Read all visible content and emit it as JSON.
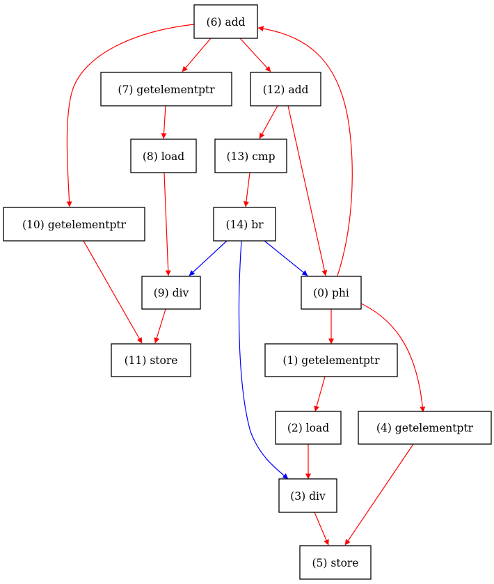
{
  "colors": {
    "data_edge": "#ff0000",
    "control_edge": "#0000ff",
    "node_border": "#000000"
  },
  "nodes": {
    "n0": {
      "label": "(0) phi"
    },
    "n1": {
      "label": "(1) getelementptr"
    },
    "n2": {
      "label": "(2) load"
    },
    "n3": {
      "label": "(3) div"
    },
    "n4": {
      "label": "(4) getelementptr"
    },
    "n5": {
      "label": "(5) store"
    },
    "n6": {
      "label": "(6) add"
    },
    "n7": {
      "label": "(7) getelementptr"
    },
    "n8": {
      "label": "(8) load"
    },
    "n9": {
      "label": "(9) div"
    },
    "n10": {
      "label": "(10) getelementptr"
    },
    "n11": {
      "label": "(11) store"
    },
    "n12": {
      "label": "(12) add"
    },
    "n13": {
      "label": "(13) cmp"
    },
    "n14": {
      "label": "(14) br"
    }
  },
  "edges": [
    {
      "from": "(6) add",
      "to": "(7) getelementptr",
      "kind": "data"
    },
    {
      "from": "(6) add",
      "to": "(12) add",
      "kind": "data"
    },
    {
      "from": "(6) add",
      "to": "(10) getelementptr",
      "kind": "data"
    },
    {
      "from": "(7) getelementptr",
      "to": "(8) load",
      "kind": "data"
    },
    {
      "from": "(8) load",
      "to": "(9) div",
      "kind": "data"
    },
    {
      "from": "(12) add",
      "to": "(13) cmp",
      "kind": "data"
    },
    {
      "from": "(12) add",
      "to": "(0) phi",
      "kind": "data"
    },
    {
      "from": "(13) cmp",
      "to": "(14) br",
      "kind": "data"
    },
    {
      "from": "(14) br",
      "to": "(9) div",
      "kind": "control"
    },
    {
      "from": "(14) br",
      "to": "(0) phi",
      "kind": "control"
    },
    {
      "from": "(14) br",
      "to": "(3) div",
      "kind": "control"
    },
    {
      "from": "(0) phi",
      "to": "(6) add",
      "kind": "data"
    },
    {
      "from": "(0) phi",
      "to": "(1) getelementptr",
      "kind": "data"
    },
    {
      "from": "(0) phi",
      "to": "(4) getelementptr",
      "kind": "data"
    },
    {
      "from": "(10) getelementptr",
      "to": "(11) store",
      "kind": "data"
    },
    {
      "from": "(9) div",
      "to": "(11) store",
      "kind": "data"
    },
    {
      "from": "(1) getelementptr",
      "to": "(2) load",
      "kind": "data"
    },
    {
      "from": "(2) load",
      "to": "(3) div",
      "kind": "data"
    },
    {
      "from": "(3) div",
      "to": "(5) store",
      "kind": "data"
    },
    {
      "from": "(4) getelementptr",
      "to": "(5) store",
      "kind": "data"
    }
  ]
}
